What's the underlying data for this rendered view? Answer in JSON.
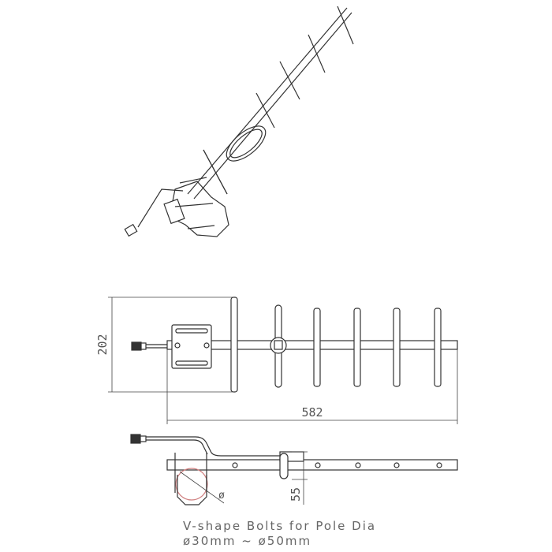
{
  "dimensions": {
    "height": "202",
    "length": "582",
    "bracket_offset": "55",
    "diameter_symbol": "ø"
  },
  "caption": {
    "line1": "V-shape Bolts for Pole Dia",
    "line2": "ø30mm ~ ø50mm"
  },
  "colors": {
    "line": "#333333",
    "pole": "#d08080"
  }
}
